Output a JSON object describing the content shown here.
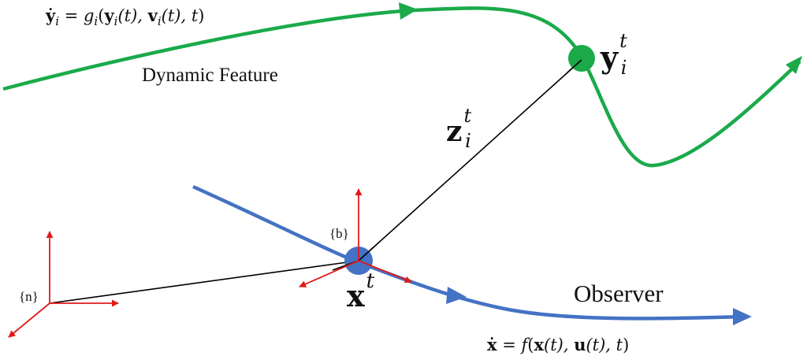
{
  "colors": {
    "feature": "#1aaa4a",
    "observer": "#4472c4",
    "frame_axes": "#e01a1a",
    "relative_vector": "#000000"
  },
  "feature": {
    "label": "Dynamic Feature",
    "equation": {
      "lhs": "ẏ",
      "lhs_sub": "i",
      "eq": " = ",
      "fn": "g",
      "fn_sub": "i",
      "open": "(",
      "arg1": "y",
      "arg1_sub": "i",
      "arg1_t": "(t), ",
      "arg2": "v",
      "arg2_sub": "i",
      "arg2_t": "(t), ",
      "arg3": "t",
      "close": ")"
    },
    "point": {
      "base": "y",
      "sup": "t",
      "sub": "i"
    }
  },
  "relative": {
    "base": "z",
    "sup": "t",
    "sub": "i"
  },
  "observer": {
    "label": "Observer",
    "point": {
      "base": "x",
      "sup": "t"
    },
    "equation": {
      "lhs": "ẋ",
      "eq": " = ",
      "fn": "f",
      "open": "(",
      "arg1": "x",
      "arg1_t": "(t), ",
      "arg2": "u",
      "arg2_t": "(t), ",
      "arg3": "t",
      "close": ")"
    }
  },
  "frames": {
    "navigation": "{n}",
    "body": "{b}"
  },
  "icons": {
    "feature_point": "filled-circle",
    "observer_point": "filled-circle",
    "direction_arrow": "triangle-arrowhead"
  }
}
